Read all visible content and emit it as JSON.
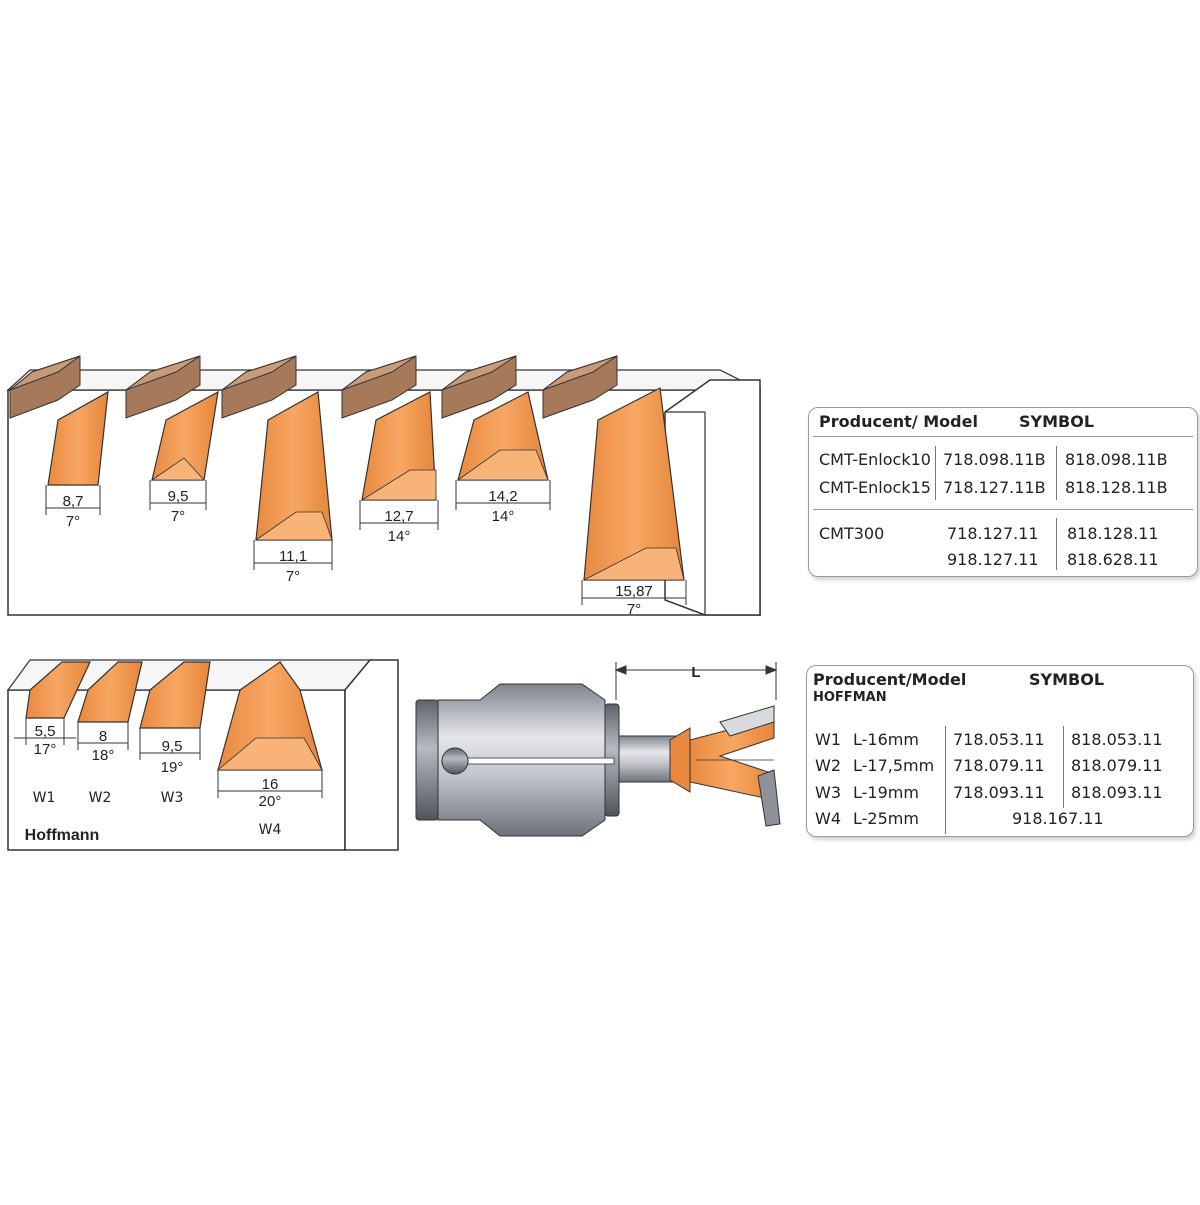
{
  "top_diagram": {
    "grooves": [
      {
        "width": "8,7",
        "angle": "7°"
      },
      {
        "width": "9,5",
        "angle": "7°"
      },
      {
        "width": "11,1",
        "angle": "7°"
      },
      {
        "width": "12,7",
        "angle": "14°"
      },
      {
        "width": "14,2",
        "angle": "14°"
      },
      {
        "width": "15,87",
        "angle": "7°"
      }
    ]
  },
  "bottom_diagram": {
    "brand_label": "Hoffmann",
    "grooves": [
      {
        "width": "5,5",
        "angle": "17°",
        "code": "W1"
      },
      {
        "width": "8",
        "angle": "18°",
        "code": "W2"
      },
      {
        "width": "9,5",
        "angle": "19°",
        "code": "W3"
      },
      {
        "width": "16",
        "angle": "20°",
        "code": "W4"
      }
    ]
  },
  "cutter": {
    "dimension_label": "L"
  },
  "table1": {
    "header_model": "Producent/ Model",
    "header_symbol": "SYMBOL",
    "rows": [
      {
        "model": "CMT-Enlock10",
        "c1": "718.098.11B",
        "c2": "818.098.11B"
      },
      {
        "model": "CMT-Enlock15",
        "c1": "718.127.11B",
        "c2": "818.128.11B"
      },
      {
        "model": "CMT300",
        "c1": "718.127.11",
        "c2": "818.128.11"
      },
      {
        "model": "",
        "c1": "918.127.11",
        "c2": "818.628.11"
      }
    ]
  },
  "table2": {
    "header_model": "Producent/Model",
    "header_sub": "HOFFMAN",
    "header_symbol": "SYMBOL",
    "rows": [
      {
        "code": "W1",
        "length": "L-16mm",
        "c1": "718.053.11",
        "c2": "818.053.11"
      },
      {
        "code": "W2",
        "length": "L-17,5mm",
        "c1": "718.079.11",
        "c2": "818.079.11"
      },
      {
        "code": "W3",
        "length": "L-19mm",
        "c1": "718.093.11",
        "c2": "818.093.11"
      },
      {
        "code": "W4",
        "length": "L-25mm",
        "merged": "918.167.11"
      }
    ]
  },
  "colors": {
    "orange": "#f39a4e",
    "orange_light": "#fcd3a6",
    "wood": "#a5795a",
    "wood_top": "#c89a7a",
    "metal": "#b9bcc2",
    "outline": "#333333"
  }
}
